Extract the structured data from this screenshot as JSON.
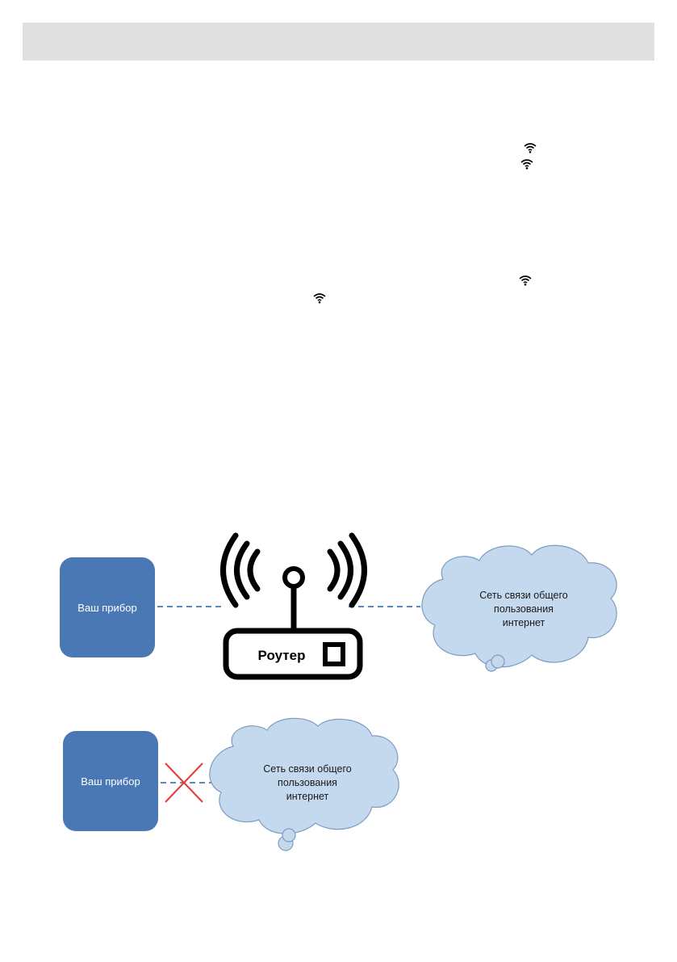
{
  "page": {
    "icons": [
      "wifi-icon",
      "wifi-icon",
      "wifi-icon",
      "wifi-icon"
    ]
  },
  "diagram_top": {
    "device_label": "Ваш прибор",
    "router_label": "Роутер",
    "cloud_label": [
      "Сеть связи общего",
      "пользования",
      "интернет"
    ],
    "device_color": "#4a78b5",
    "cloud_color": "#c4d9ee",
    "link_color": "#5b88c0"
  },
  "diagram_bottom": {
    "device_label": "Ваш прибор",
    "cloud_label": [
      "Сеть связи общего",
      "пользования",
      "интернет"
    ],
    "cross_color": "#e53b3b"
  }
}
